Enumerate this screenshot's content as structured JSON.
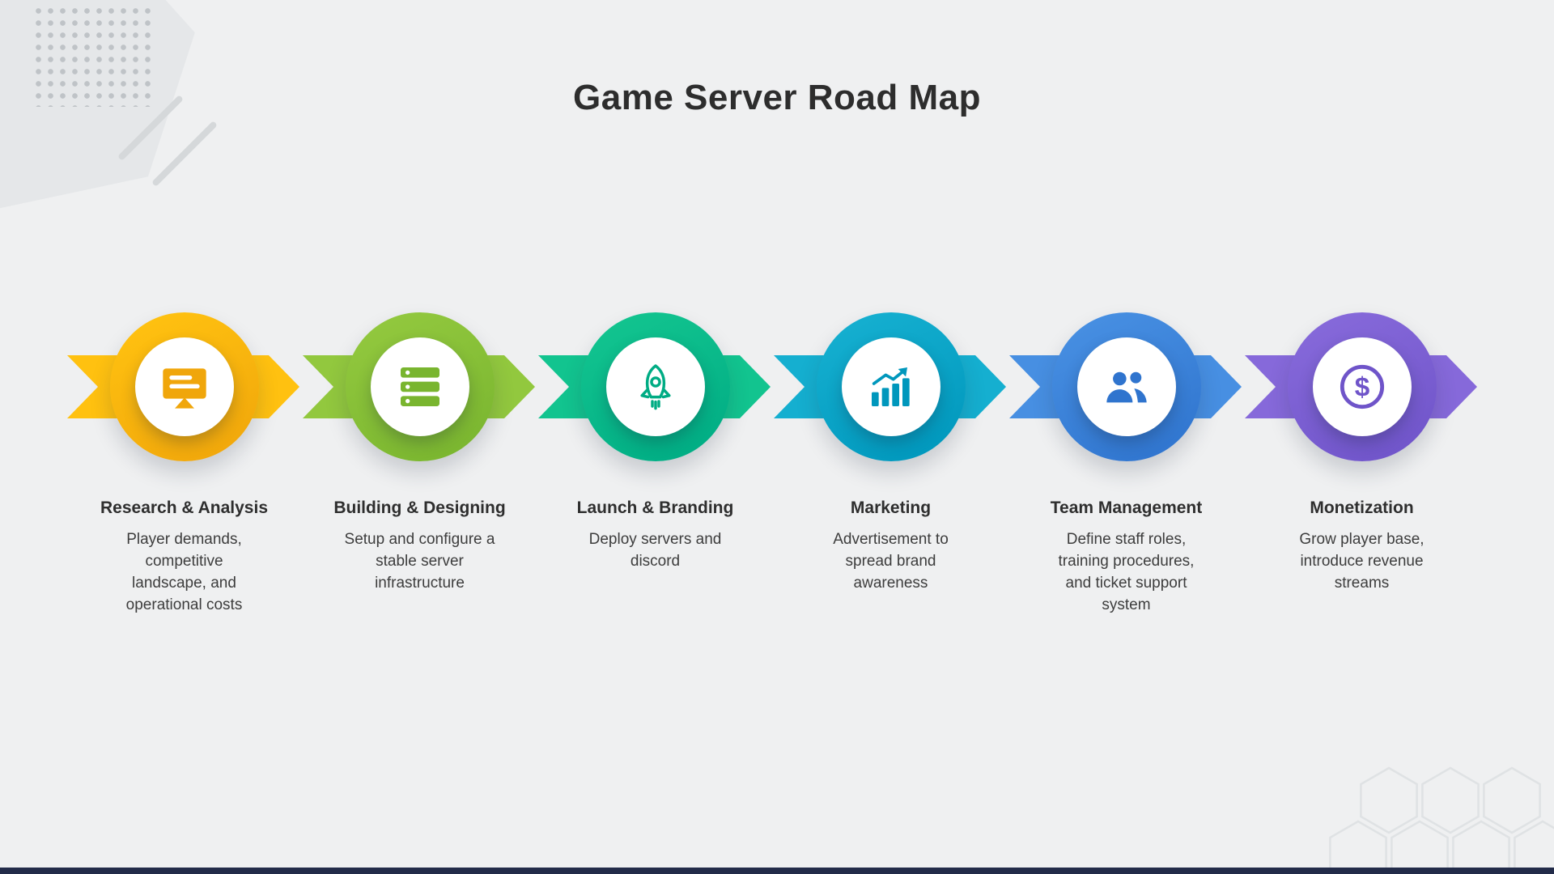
{
  "page": {
    "title": "Game Server Road Map",
    "background": "#eff0f1",
    "footer_bar_color": "#222b49"
  },
  "steps": [
    {
      "name": "Research & Analysis",
      "description": "Player demands, competitive landscape, and operational costs",
      "color": "#FFC110",
      "color_dark": "#F0A60B",
      "icon": "presentation-icon"
    },
    {
      "name": "Building & Designing",
      "description": "Setup and configure a stable server infrastructure",
      "color": "#92C83E",
      "color_dark": "#79B52F",
      "icon": "server-icon"
    },
    {
      "name": "Launch & Branding",
      "description": "Deploy servers and discord",
      "color": "#12C48F",
      "color_dark": "#00AC84",
      "icon": "rocket-icon"
    },
    {
      "name": "Marketing",
      "description": "Advertisement to spread brand awareness",
      "color": "#15AFD0",
      "color_dark": "#0097BC",
      "icon": "chart-icon"
    },
    {
      "name": "Team Management",
      "description": "Define staff roles, training procedures, and ticket support system",
      "color": "#478FE2",
      "color_dark": "#2F74CE",
      "icon": "users-icon"
    },
    {
      "name": "Monetization",
      "description": "Grow player base, introduce revenue streams",
      "color": "#8669DA",
      "color_dark": "#6F54C9",
      "icon": "dollar-icon"
    }
  ]
}
